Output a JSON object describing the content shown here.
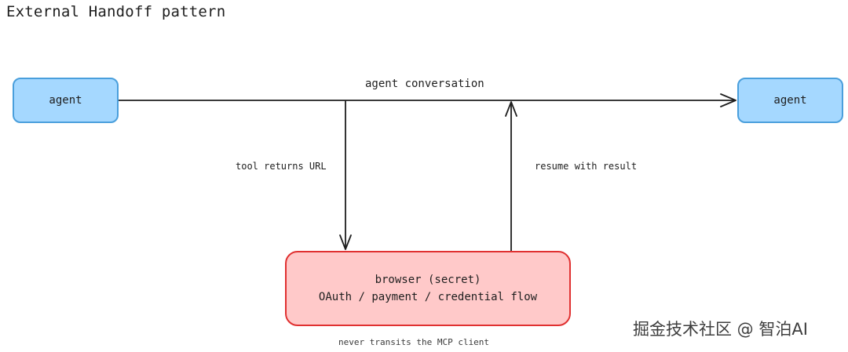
{
  "title": "External Handoff pattern",
  "nodes": {
    "agent_left": "agent",
    "agent_right": "agent",
    "browser_line1": "browser (secret)",
    "browser_line2": "OAuth / payment / credential flow"
  },
  "edges": {
    "conversation": "agent conversation",
    "tool_returns": "tool returns URL",
    "resume": "resume with result"
  },
  "note": "never transits the MCP client",
  "watermark": "掘金技术社区 @ 智泊AI",
  "colors": {
    "agent_fill": "#a5d8ff",
    "agent_stroke": "#4a9fdc",
    "browser_fill": "#ffc9c9",
    "browser_stroke": "#e03131",
    "line": "#1e1e1e"
  }
}
